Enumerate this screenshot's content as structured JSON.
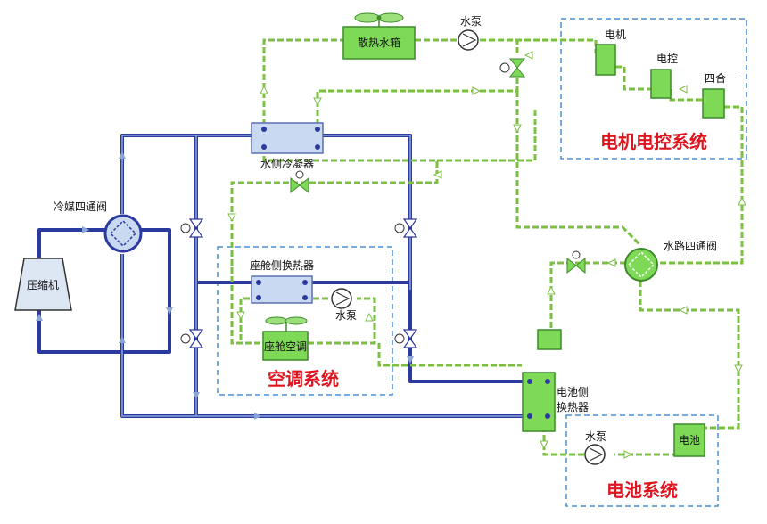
{
  "components": {
    "compressor": "压缩机",
    "refrigerant_valve": "冷媒四通阀",
    "water_condenser": "水侧冷凝器",
    "radiator_tank": "散热水箱",
    "pump_top": "水泵",
    "motor": "电机",
    "controller": "电控",
    "four_in_one": "四合一",
    "motor_system": "电机电控系统",
    "water_valve": "水路四通阀",
    "cabin_hx": "座舱侧换热器",
    "pump_cabin": "水泵",
    "cabin_ac": "座舱空调",
    "ac_system": "空调系统",
    "battery_hx_line1": "电池侧",
    "battery_hx_line2": "换热器",
    "pump_battery": "水泵",
    "battery": "电池",
    "battery_system": "电池系统"
  },
  "colors": {
    "refrigerant_line": "#2b3a9e",
    "refrigerant_line_light": "#8aa6d8",
    "water_line": "#7bc043",
    "component_green": "#7ed957",
    "component_blue": "#c9d9f2",
    "dashed_box": "#4a8fd6",
    "system_label": "#e0141e"
  }
}
